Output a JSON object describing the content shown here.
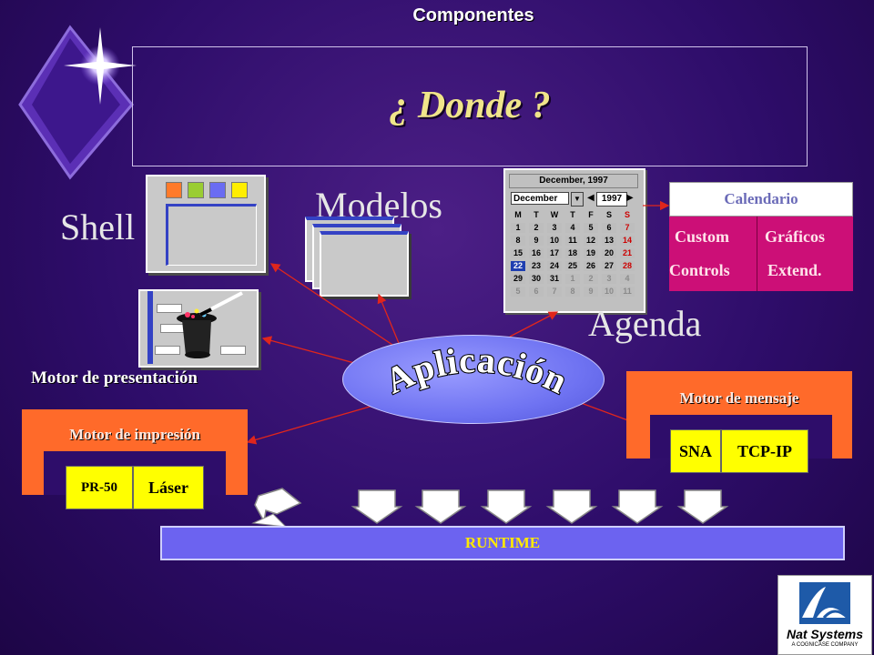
{
  "header": {
    "section": "Componentes",
    "title": "¿ Donde ?"
  },
  "labels": {
    "shell": "Shell",
    "modelos": "Modelos",
    "agenda": "Agenda",
    "motor_presentacion": "Motor de presentación",
    "aplicacion": "Aplicación"
  },
  "calendar_box": {
    "title": "Calendario",
    "row1_left": "Custom",
    "row1_right": "Gráficos",
    "row2_left": "Controls",
    "row2_right": "Extend."
  },
  "calendar_widget": {
    "caption": "December, 1997",
    "month": "December",
    "year": "1997",
    "day_headers": [
      "M",
      "T",
      "W",
      "T",
      "F",
      "S",
      "S"
    ],
    "weeks": [
      [
        "1",
        "2",
        "3",
        "4",
        "5",
        "6",
        "7"
      ],
      [
        "8",
        "9",
        "10",
        "11",
        "12",
        "13",
        "14"
      ],
      [
        "15",
        "16",
        "17",
        "18",
        "19",
        "20",
        "21"
      ],
      [
        "22",
        "23",
        "24",
        "25",
        "26",
        "27",
        "28"
      ],
      [
        "29",
        "30",
        "31",
        "1",
        "2",
        "3",
        "4"
      ],
      [
        "5",
        "6",
        "7",
        "8",
        "9",
        "10",
        "11"
      ]
    ],
    "selected_day": "22"
  },
  "motor_mensaje": {
    "title": "Motor de mensaje",
    "items": [
      "SNA",
      "TCP-IP"
    ]
  },
  "motor_impresion": {
    "title": "Motor de impresión",
    "items": [
      "PR-50",
      "Láser"
    ]
  },
  "runtime": {
    "label": "RUNTIME"
  },
  "logo": {
    "name": "Nat Systems",
    "tagline": "A COGNICASE COMPANY"
  },
  "colors": {
    "background": "#2e0d6a",
    "title": "#f0e58a",
    "pink": "#cc0f77",
    "orange": "#ff6a2a",
    "yellow": "#ffff00",
    "runtime": "#6c63f0",
    "arrow": "#e0261c",
    "ellipse": "#6f73f2"
  },
  "icons": [
    "star-diamond-icon",
    "magic-hat-icon",
    "shell-window-icon",
    "stacked-windows-icon",
    "down-arrow-icon"
  ]
}
